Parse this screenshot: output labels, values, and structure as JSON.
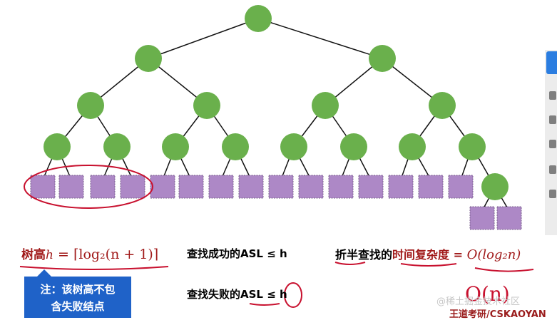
{
  "formulas": {
    "height_label": "树高",
    "height_var": "h",
    "height_expr": " = ⌈log₂(n + 1)⌉",
    "asl_success": "查找成功的ASL ≤ h",
    "asl_fail_prefix": "查找失败的",
    "asl_fail_main": "ASL ≤ h",
    "complexity_prefix": "折半查找的",
    "complexity_main": "时间复杂度",
    "complexity_eq": " = ",
    "complexity_expr": "O(log₂n)",
    "handwritten": "O(n)"
  },
  "note": {
    "line1": "注：该树高不包",
    "line2": "含失败结点"
  },
  "watermarks": {
    "site": "@稀土掘金技术社区",
    "brand": "王道考研/CSKAOYAN"
  },
  "colors": {
    "internal_node": "#6ab04c",
    "failure_node": "#ad88c6",
    "annotation_red": "#c8102e",
    "note_bg": "#1f62c8"
  }
}
